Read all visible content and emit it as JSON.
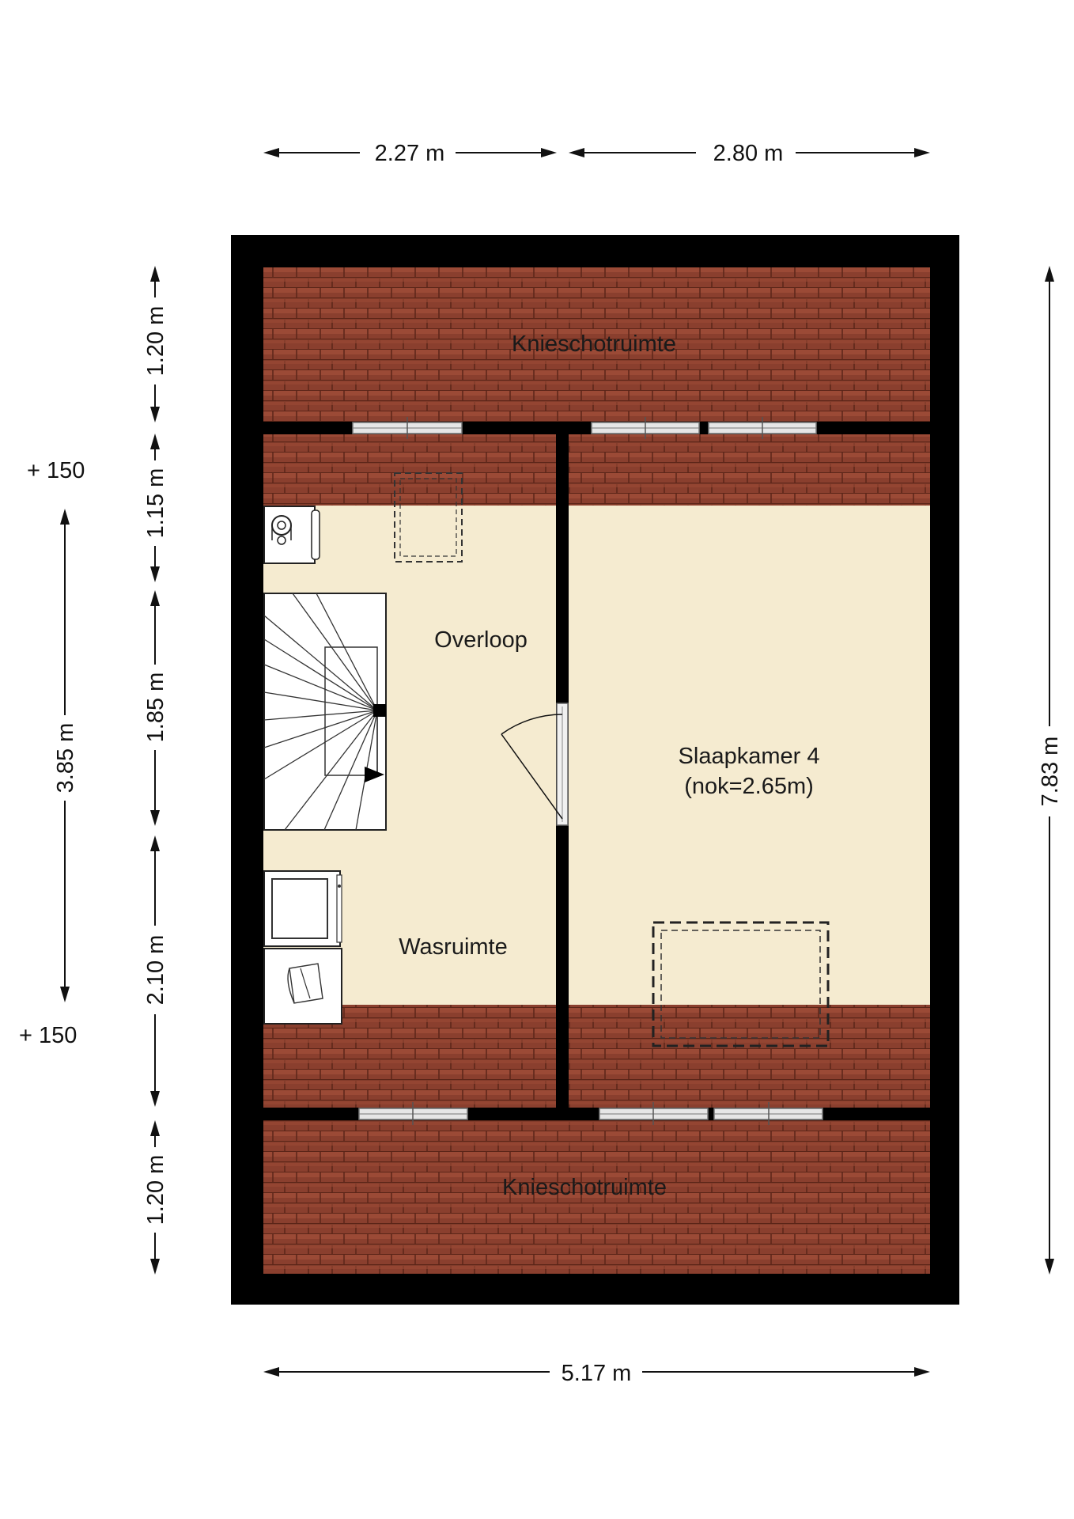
{
  "colors": {
    "wall": "#000000",
    "floor": "#f5ebd0",
    "roof": "#8a3f2e",
    "roof_line": "#5b2518",
    "window": "#e6e6e6",
    "fixture": "#ffffff",
    "line": "#111111"
  },
  "rooms": {
    "knieschot_top": "Knieschotruimte",
    "knieschot_bottom": "Knieschotruimte",
    "overloop": "Overloop",
    "wasruimte": "Wasruimte",
    "slaapkamer_name": "Slaapkamer 4",
    "slaapkamer_ridge": "(nok=2.65m)"
  },
  "dimensions": {
    "top_left": "2.27 m",
    "top_right": "2.80 m",
    "bottom": "5.17 m",
    "right": "7.83 m",
    "left_outer": "3.85 m",
    "left_1": "1.20 m",
    "left_2": "1.15 m",
    "left_3": "1.85 m",
    "left_4": "2.10 m",
    "left_5": "1.20 m"
  },
  "levels": {
    "upper": "+ 150",
    "lower": "+ 150"
  },
  "icons": [
    "boiler-icon",
    "staircase-icon",
    "washing-machine-icon",
    "dryer-icon",
    "skylight-icon",
    "door-icon",
    "window-icon"
  ]
}
